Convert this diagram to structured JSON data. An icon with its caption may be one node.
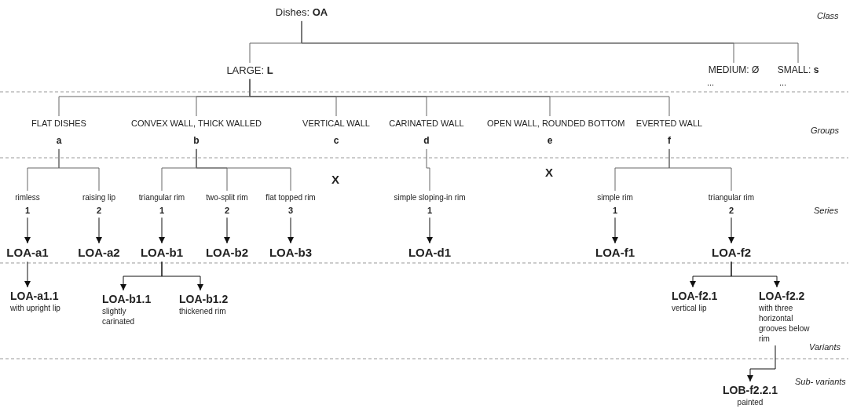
{
  "diagram": {
    "nodes": [
      {
        "text": [
          "Dishes: **OA**"
        ]
      },
      {
        "text": [
          "LARGE: **L**"
        ]
      },
      {
        "text": [
          "MEDIUM: Ø",
          "..."
        ]
      },
      {
        "text": [
          "SMALL: **s**",
          "..."
        ]
      },
      {
        "text": [
          "FLAT DISHES",
          "a"
        ]
      },
      {
        "text": [
          "CONVEX WALL, THICK WALLED",
          "b"
        ]
      },
      {
        "text": [
          "VERTICAL WALL",
          "c"
        ]
      },
      {
        "text": [
          "CARINATED WALL",
          "d"
        ]
      },
      {
        "text": [
          "OPEN WALL, ROUNDED BOTTOM",
          "e"
        ]
      },
      {
        "text": [
          "EVERTED WALL",
          "f"
        ]
      },
      {
        "text": [
          "rimless",
          "1"
        ]
      },
      {
        "text": [
          "raising lip",
          "2"
        ]
      },
      {
        "text": [
          "triangular rim",
          "1"
        ]
      },
      {
        "text": [
          "two-split rim",
          "2"
        ]
      },
      {
        "text": [
          "flat topped rim",
          "3"
        ]
      },
      {
        "text": [
          "simple sloping-in rim",
          "1"
        ]
      },
      {
        "text": [
          "simple rim",
          "1"
        ]
      },
      {
        "text": [
          "triangular rim",
          "2"
        ]
      },
      {
        "text": [
          "LOA-a1"
        ]
      },
      {
        "text": [
          "LOA-a2"
        ]
      },
      {
        "text": [
          "LOA-b1"
        ]
      },
      {
        "text": [
          "LOA-b2"
        ]
      },
      {
        "text": [
          "LOA-b3"
        ]
      },
      {
        "text": [
          "LOA-d1"
        ]
      },
      {
        "text": [
          "LOA-f1"
        ]
      },
      {
        "text": [
          "LOA-f2"
        ]
      },
      {
        "text": [
          "LOA-a1.1",
          "with upright lip"
        ]
      },
      {
        "text": [
          "LOA-b1.1",
          "slightly carinated"
        ]
      },
      {
        "text": [
          "LOA-b1.2",
          "thickened rim"
        ]
      },
      {
        "text": [
          "LOA-f2.1",
          "vertical lip"
        ]
      },
      {
        "text": [
          "LOA-f2.2",
          "with three horizontal grooves below rim"
        ]
      },
      {
        "text": [
          "LOB-f2.2.1",
          "painted"
        ]
      }
    ],
    "edges": [
      {
        "from": 0,
        "to": 1,
        "arrow": "none"
      },
      {
        "from": 0,
        "to": 2,
        "arrow": "none"
      },
      {
        "from": 0,
        "to": 3,
        "arrow": "none"
      },
      {
        "from": 1,
        "to": 4,
        "arrow": "none"
      },
      {
        "from": 1,
        "to": 5,
        "arrow": "none"
      },
      {
        "from": 1,
        "to": 6,
        "arrow": "none"
      },
      {
        "from": 1,
        "to": 7,
        "arrow": "none"
      },
      {
        "from": 1,
        "to": 8,
        "arrow": "none"
      },
      {
        "from": 1,
        "to": 9,
        "arrow": "none"
      },
      {
        "from": 4,
        "to": 10,
        "arrow": "none"
      },
      {
        "from": 4,
        "to": 11,
        "arrow": "none"
      },
      {
        "from": 5,
        "to": 12,
        "arrow": "none"
      },
      {
        "from": 5,
        "to": 13,
        "arrow": "none"
      },
      {
        "from": 5,
        "to": 14,
        "arrow": "none"
      },
      {
        "from": 7,
        "to": 15,
        "arrow": "none"
      },
      {
        "from": 9,
        "to": 16,
        "arrow": "none"
      },
      {
        "from": 9,
        "to": 17,
        "arrow": "none"
      },
      {
        "from": 10,
        "to": 18,
        "arrow": "to"
      },
      {
        "from": 11,
        "to": 19,
        "arrow": "to"
      },
      {
        "from": 12,
        "to": 20,
        "arrow": "to"
      },
      {
        "from": 13,
        "to": 21,
        "arrow": "to"
      },
      {
        "from": 14,
        "to": 22,
        "arrow": "to"
      },
      {
        "from": 15,
        "to": 23,
        "arrow": "to"
      },
      {
        "from": 16,
        "to": 24,
        "arrow": "to"
      },
      {
        "from": 17,
        "to": 25,
        "arrow": "to"
      },
      {
        "from": 18,
        "to": 26,
        "arrow": "to"
      },
      {
        "from": 20,
        "to": 27,
        "arrow": "to"
      },
      {
        "from": 20,
        "to": 28,
        "arrow": "to"
      },
      {
        "from": 25,
        "to": 29,
        "arrow": "to"
      },
      {
        "from": 25,
        "to": 30,
        "arrow": "to"
      },
      {
        "from": 30,
        "to": 31,
        "arrow": "to"
      }
    ],
    "labels": [
      "Class",
      "Groups",
      "X",
      "X",
      "Series",
      "Variants",
      "Sub- variants"
    ]
  }
}
